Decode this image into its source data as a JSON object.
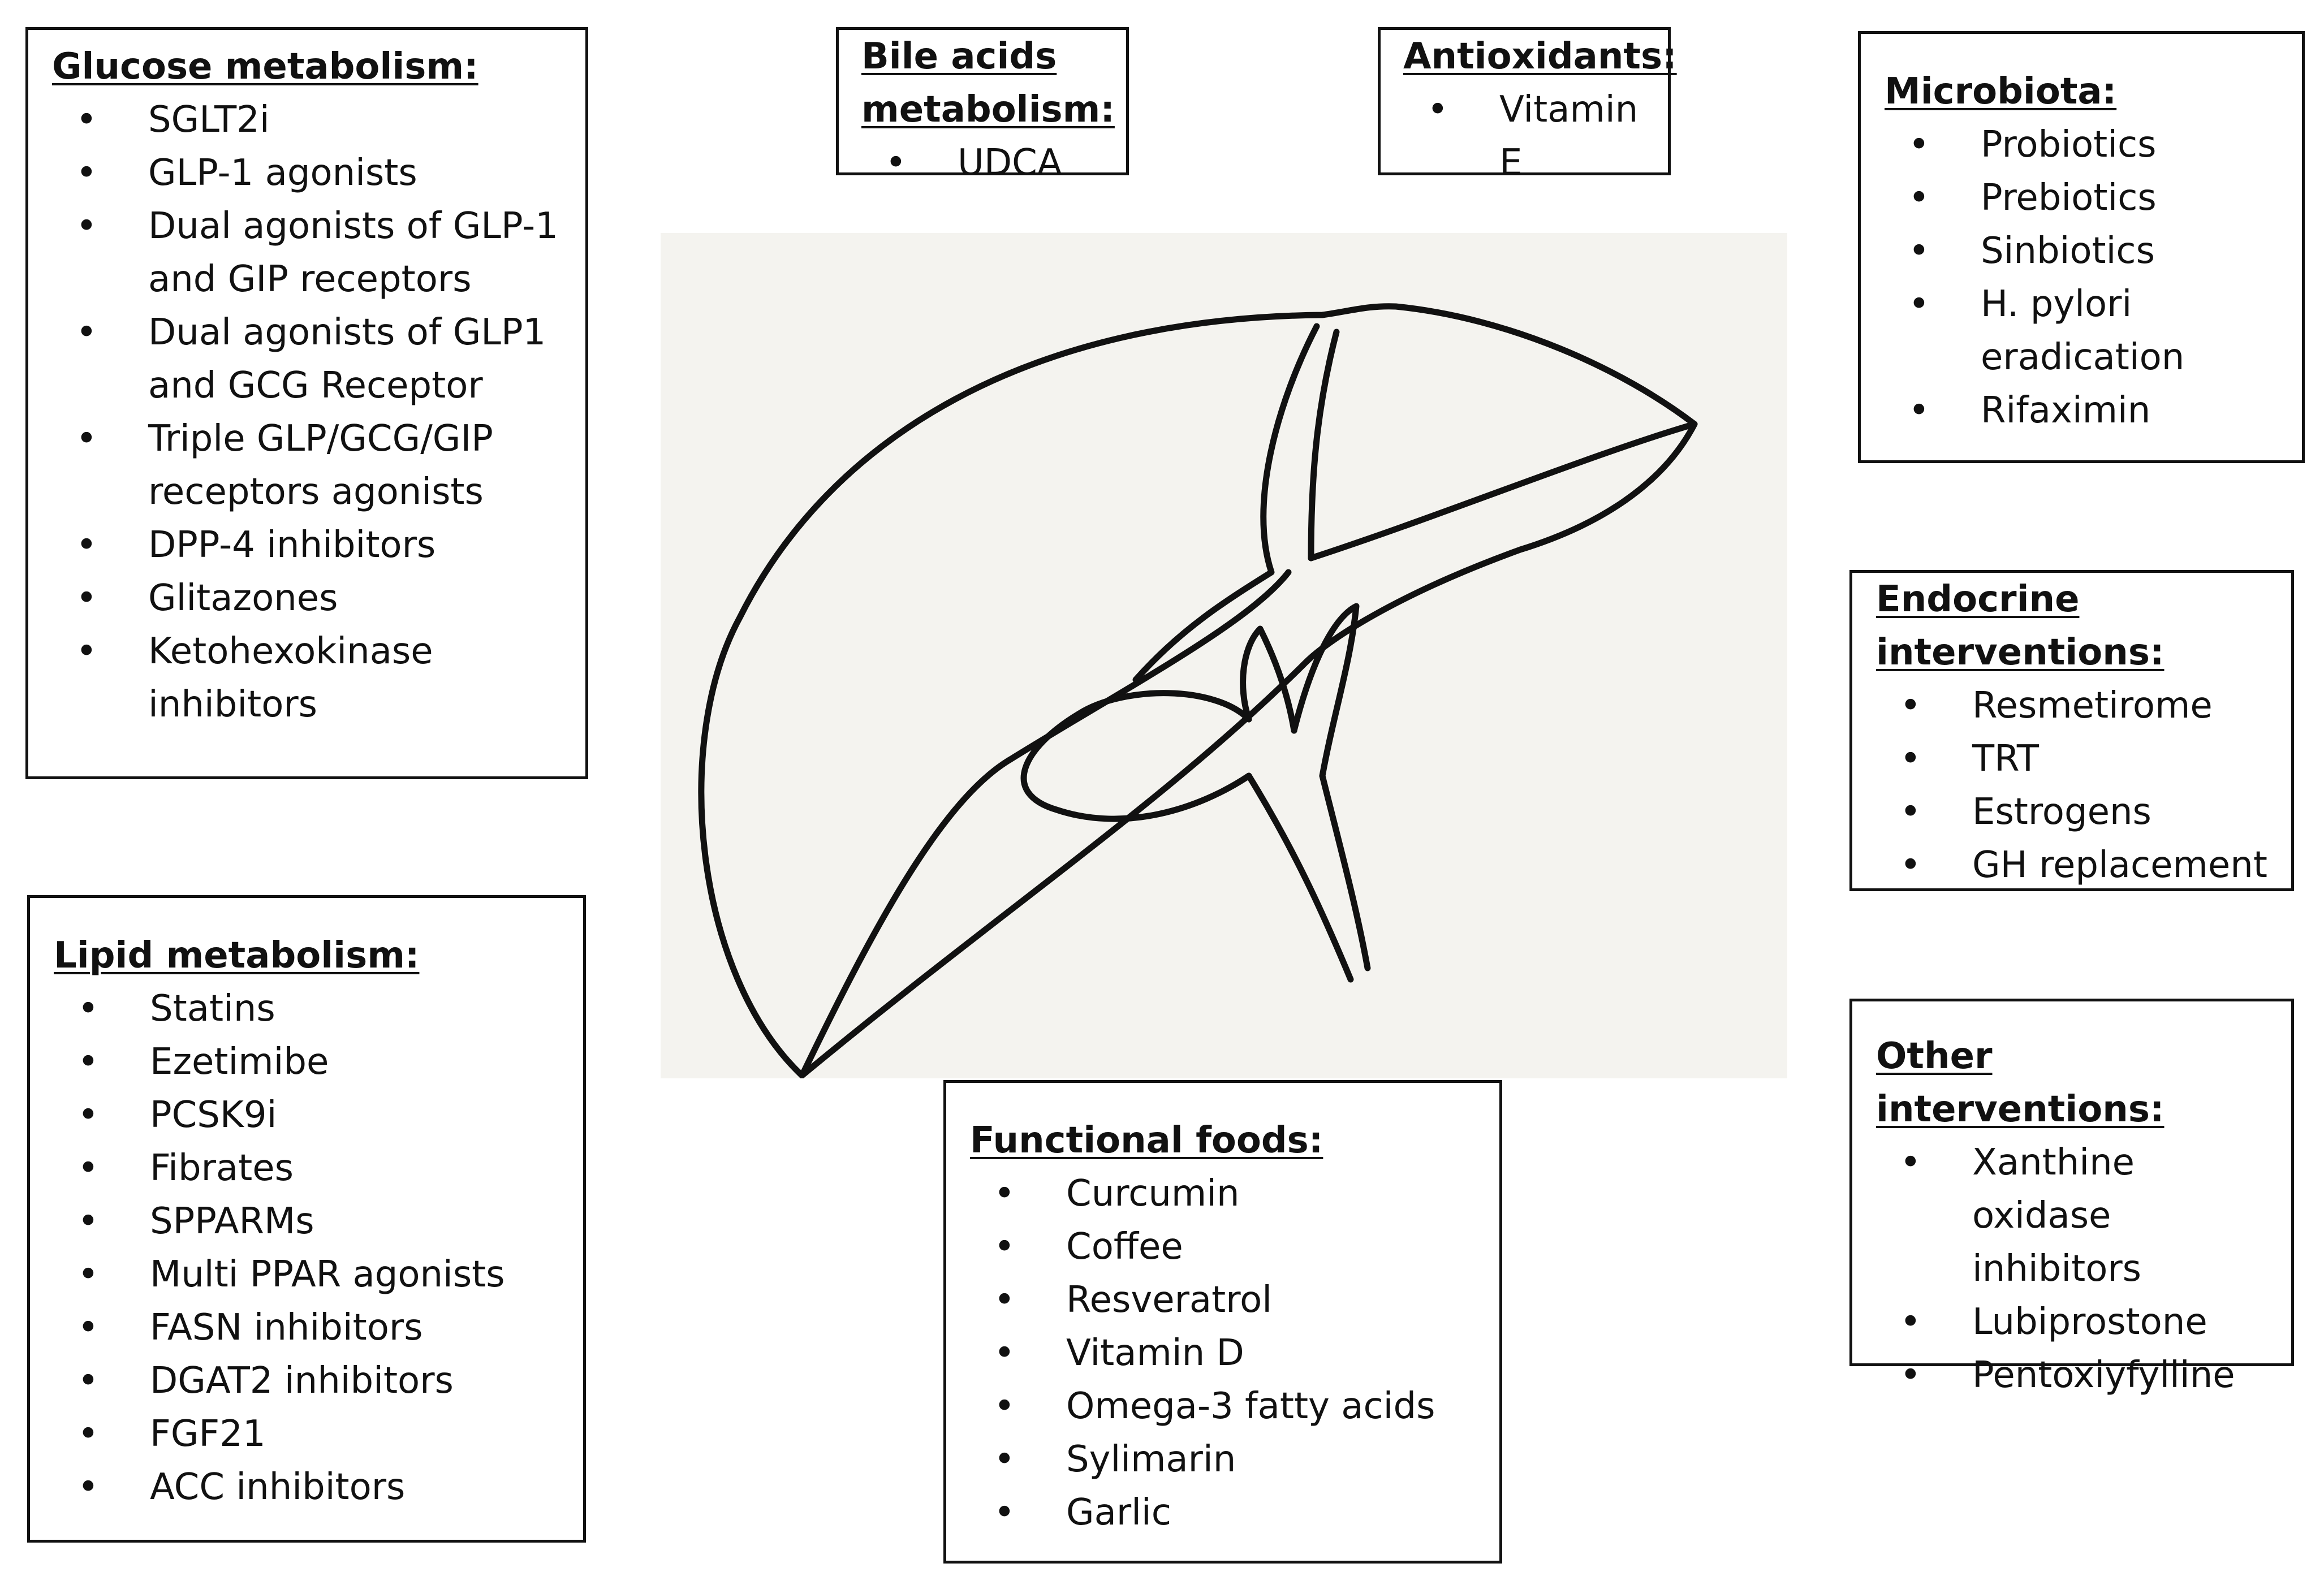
{
  "boxes": {
    "glucose": {
      "title": "Glucose metabolism:",
      "items": [
        "SGLT2i",
        "GLP-1 agonists",
        "Dual agonists of GLP-1 and GIP receptors",
        "Dual agonists of GLP1 and GCG Receptor",
        "Triple GLP/GCG/GIP receptors agonists",
        "DPP-4 inhibitors",
        "Glitazones",
        "Ketohexokinase inhibitors"
      ]
    },
    "bile": {
      "title": "Bile acids metabolism:",
      "items": [
        "UDCA"
      ]
    },
    "antioxidants": {
      "title": "Antioxidants:",
      "items": [
        "Vitamin E"
      ]
    },
    "microbiota": {
      "title": "Microbiota:",
      "items": [
        "Probiotics",
        "Prebiotics",
        "Sinbiotics",
        "H. pylori eradication",
        "Rifaximin"
      ]
    },
    "endocrine": {
      "title": "Endocrine interventions:",
      "items": [
        "Resmetirome",
        "TRT",
        "Estrogens",
        "GH replacement"
      ]
    },
    "other": {
      "title": "Other interventions:",
      "items": [
        "Xanthine oxidase inhibitors",
        "Lubiprostone",
        "Pentoxiyfylline"
      ]
    },
    "lipid": {
      "title": "Lipid metabolism:",
      "items": [
        "Statins",
        "Ezetimibe",
        "PCSK9i",
        "Fibrates",
        "SPPARMs",
        "Multi PPAR agonists",
        "FASN inhibitors",
        "DGAT2 inhibitors",
        "FGF21",
        "ACC inhibitors"
      ]
    },
    "functional": {
      "title": "Functional foods:",
      "items": [
        "Curcumin",
        "Coffee",
        "Resveratrol",
        "Vitamin D",
        "Omega-3 fatty acids",
        "Sylimarin",
        "Garlic"
      ]
    }
  },
  "colors": {
    "outline": "#111111",
    "panel": "#f4f3ef",
    "background": "#ffffff"
  },
  "icons": {
    "center": "liver-sketch-icon"
  }
}
